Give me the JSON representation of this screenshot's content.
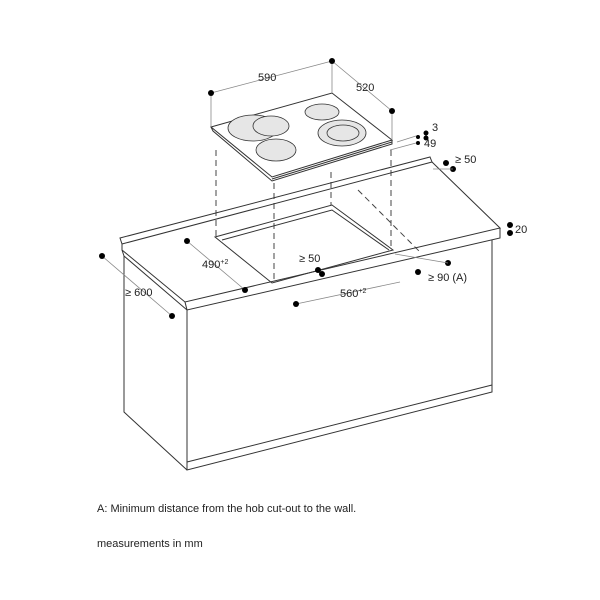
{
  "labels": {
    "hob_width": "590",
    "hob_depth": "520",
    "hob_glass": "3",
    "hob_height": "49",
    "wall_clearance_back": "≥ 50",
    "worktop_thickness": "20",
    "cutout_depth": "490",
    "cutout_depth_tol": "+2",
    "worktop_depth": "≥ 600",
    "front_clearance": "≥ 50",
    "cutout_width": "560",
    "cutout_width_tol": "+2",
    "side_clearance": "≥ 90 (A)"
  },
  "notes": {
    "note_a": "A: Minimum distance from the hob cut-out to the wall.",
    "units": "measurements in mm"
  },
  "colors": {
    "line": "#333333",
    "dimension": "#888888",
    "burner": "#e6e6e6"
  }
}
